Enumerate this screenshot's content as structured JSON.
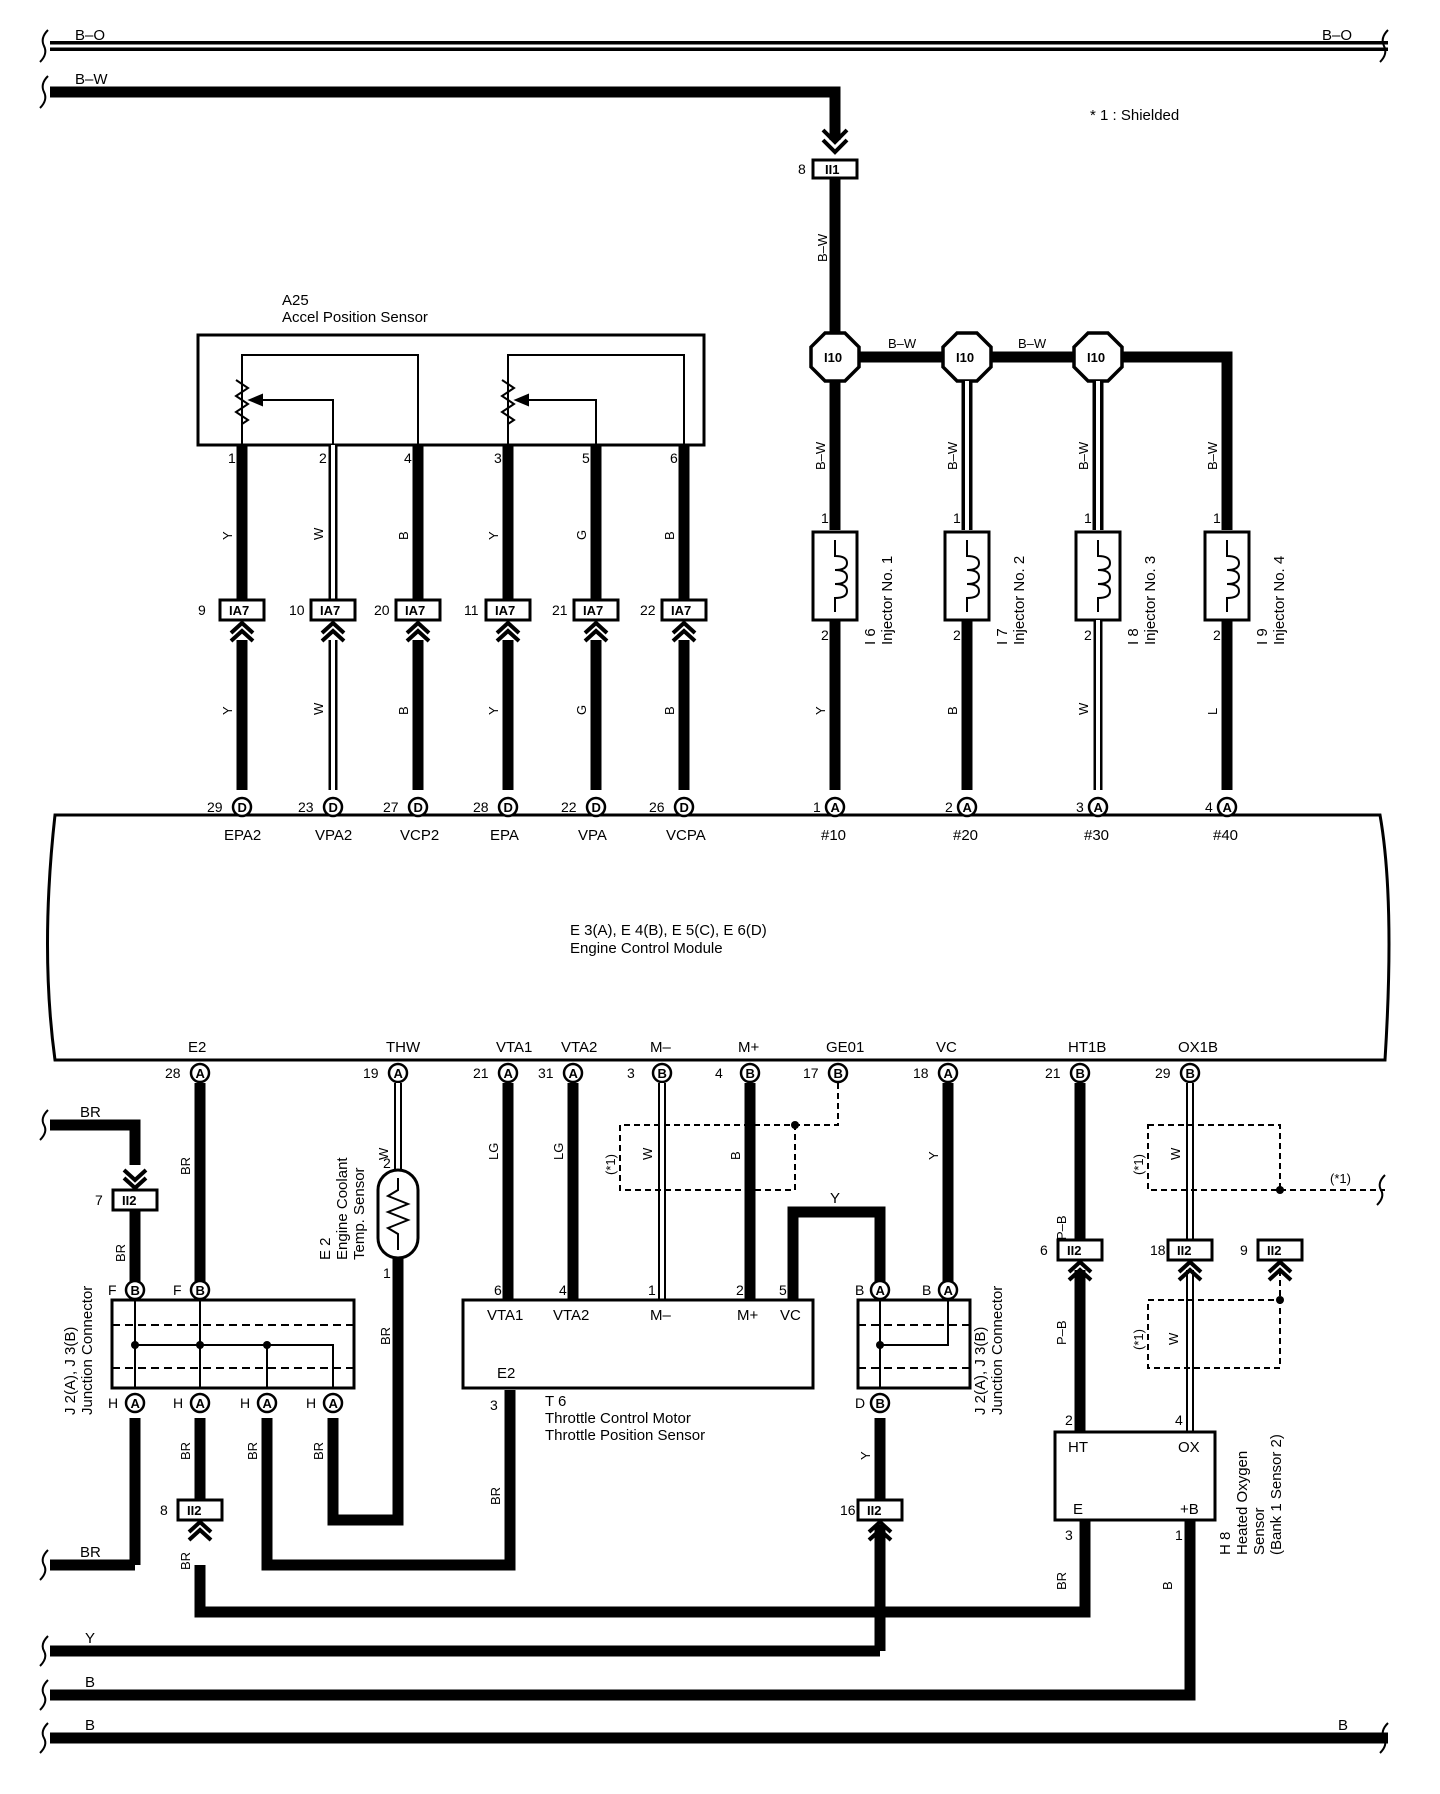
{
  "notes": {
    "shielded": "* 1 : Shielded",
    "star1": "(*1)"
  },
  "buses": {
    "bo_left": "B–O",
    "bo_right": "B–O",
    "bw": "B–W",
    "br_top": "BR",
    "br_bottom": "BR",
    "y": "Y",
    "b1": "B",
    "b2": "B",
    "b3": "B"
  },
  "accel_sensor": {
    "code": "A25",
    "name": "Accel Position Sensor"
  },
  "ecm": {
    "codes": "E 3(A), E 4(B), E 5(C), E 6(D)",
    "name": "Engine Control Module"
  },
  "ia7_connectors": [
    {
      "pin": "1",
      "color": "Y",
      "conn_pin": "9",
      "ecm_pin": "29",
      "ecm_conn": "D",
      "signal": "EPA2"
    },
    {
      "pin": "2",
      "color": "W",
      "conn_pin": "10",
      "ecm_pin": "23",
      "ecm_conn": "D",
      "signal": "VPA2"
    },
    {
      "pin": "4",
      "color": "B",
      "conn_pin": "20",
      "ecm_pin": "27",
      "ecm_conn": "D",
      "signal": "VCP2"
    },
    {
      "pin": "3",
      "color": "Y",
      "conn_pin": "11",
      "ecm_pin": "28",
      "ecm_conn": "D",
      "signal": "EPA"
    },
    {
      "pin": "5",
      "color": "G",
      "conn_pin": "21",
      "ecm_pin": "22",
      "ecm_conn": "D",
      "signal": "VPA"
    },
    {
      "pin": "6",
      "color": "B",
      "conn_pin": "22",
      "ecm_pin": "26",
      "ecm_conn": "D",
      "signal": "VCPA"
    }
  ],
  "ia7_label": "IA7",
  "ii1": {
    "label": "II1",
    "pin": "8",
    "wire": "B–W"
  },
  "i10_label": "I10",
  "injectors": [
    {
      "code": "I 6",
      "name": "Injector No. 1",
      "in_color": "B–W",
      "out_color": "Y",
      "pin1": "1",
      "pin2": "2",
      "ecm_pin": "1",
      "ecm_conn": "A",
      "signal": "#10"
    },
    {
      "code": "I 7",
      "name": "Injector No. 2",
      "in_color": "B–W",
      "out_color": "B",
      "pin1": "1",
      "pin2": "2",
      "ecm_pin": "2",
      "ecm_conn": "A",
      "signal": "#20"
    },
    {
      "code": "I 8",
      "name": "Injector No. 3",
      "in_color": "B–W",
      "out_color": "W",
      "pin1": "1",
      "pin2": "2",
      "ecm_pin": "3",
      "ecm_conn": "A",
      "signal": "#30"
    },
    {
      "code": "I 9",
      "name": "Injector No. 4",
      "in_color": "B–W",
      "out_color": "L",
      "pin1": "1",
      "pin2": "2",
      "ecm_pin": "4",
      "ecm_conn": "A",
      "signal": "#40"
    }
  ],
  "bottom_pins": [
    {
      "signal": "E2",
      "pin": "28",
      "conn": "A",
      "color": "BR"
    },
    {
      "signal": "THW",
      "pin": "19",
      "conn": "A",
      "color": "W"
    },
    {
      "signal": "VTA1",
      "pin": "21",
      "conn": "A",
      "color": "LG"
    },
    {
      "signal": "VTA2",
      "pin": "31",
      "conn": "A",
      "color": "LG"
    },
    {
      "signal": "M–",
      "pin": "3",
      "conn": "B",
      "color": "W"
    },
    {
      "signal": "M+",
      "pin": "4",
      "conn": "B",
      "color": "B"
    },
    {
      "signal": "GE01",
      "pin": "17",
      "conn": "B",
      "color": ""
    },
    {
      "signal": "VC",
      "pin": "18",
      "conn": "A",
      "color": "Y"
    },
    {
      "signal": "HT1B",
      "pin": "21",
      "conn": "B",
      "color": "P–B"
    },
    {
      "signal": "OX1B",
      "pin": "29",
      "conn": "B",
      "color": "W"
    }
  ],
  "ii2_label": "II2",
  "ii2_pins": {
    "left_top": "7",
    "left_bottom": "8",
    "right_bottom": "16",
    "ht": "6",
    "ox": "18",
    "extra": "9"
  },
  "junction": {
    "name": "J 2(A), J 3(B)",
    "sub": "Junction Connector",
    "F": "F",
    "H": "H",
    "B": "B",
    "D": "D",
    "A": "A"
  },
  "coolant": {
    "code": "E 2",
    "line1": "Engine Coolant",
    "line2": "Temp. Sensor",
    "pin2": "2",
    "pin1": "1",
    "color_out": "BR"
  },
  "throttle": {
    "code": "T 6",
    "line1": "Throttle Control Motor",
    "line2": "Throttle Position Sensor",
    "terms": [
      "VTA1",
      "VTA2",
      "M–",
      "M+",
      "VC"
    ],
    "pins": [
      "6",
      "4",
      "1",
      "2",
      "5"
    ],
    "e2": "E2",
    "e2pin": "3",
    "vc_color": "Y"
  },
  "o2": {
    "code": "H 8",
    "line1": "Heated Oxygen",
    "line2": "Sensor",
    "line3": "(Bank 1 Sensor 2)",
    "ht": "HT",
    "ox": "OX",
    "e": "E",
    "plusb": "+B",
    "pin_ht": "2",
    "pin_ox": "4",
    "pin_e": "3",
    "pin_b": "1",
    "e_color": "BR",
    "b_color": "B",
    "ht_color": "P–B",
    "ox_color": "W"
  },
  "misc_colors": {
    "br": "BR",
    "y": "Y"
  }
}
